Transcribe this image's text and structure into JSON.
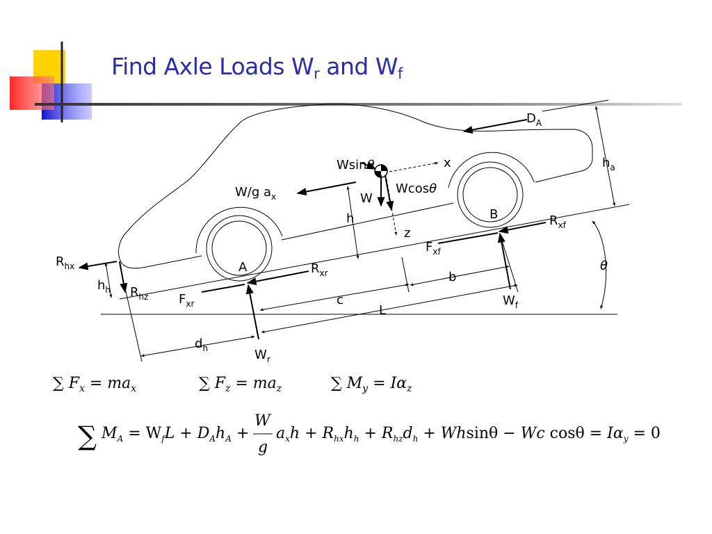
{
  "title": {
    "text": "Find Axle Loads W",
    "sub1": "r",
    "mid": " and W",
    "sub2": "f"
  },
  "labels": {
    "DA": "D",
    "DA_sub": "A",
    "ha": "h",
    "ha_sub": "a",
    "x": "x",
    "wsin": "Wsin",
    "wsin_theta": "θ",
    "wcos": "Wcos",
    "wcos_theta": "θ",
    "Wg": "W/g  a",
    "Wg_sub": "x",
    "W": "W",
    "h": "h",
    "B": "B",
    "Rxf": "R",
    "Rxf_sub": "xf",
    "z": "z",
    "Fxf": "F",
    "Fxf_sub": "xf",
    "Rhx": "R",
    "Rhx_sub": "hx",
    "A": "A",
    "Rxr": "R",
    "Rxr_sub": "xr",
    "theta": "θ",
    "hh": "h",
    "hh_sub": "h",
    "Rhz": "R",
    "Rhz_sub": "hz",
    "Fxr": "F",
    "Fxr_sub": "xr",
    "c": "c",
    "b": "b",
    "Wf": "W",
    "Wf_sub": "f",
    "L": "L",
    "dh": "d",
    "dh_sub": "h",
    "Wr": "W",
    "Wr_sub": "r"
  },
  "equations": {
    "sum1": "∑ F",
    "sum1_sub": "x",
    "sum1_rhs": " = ma",
    "sum1_rhs_sub": "x",
    "sum2": "∑ F",
    "sum2_sub": "z",
    "sum2_rhs": " = ma",
    "sum2_rhs_sub": "z",
    "sum3": "∑ M",
    "sum3_sub": "y",
    "sum3_rhs": " = Iα",
    "sum3_rhs_sub": "z",
    "moment_sigma": "∑",
    "moment_lhs": "M",
    "moment_lhs_sub": "A",
    "t1": " = W",
    "t1_sub": "f",
    "t2": "L + D",
    "t2_sub": "A",
    "t3": "h",
    "t3_sub": "A",
    "t4": " + ",
    "frac_num": "W",
    "frac_den": "g",
    "t5": "a",
    "t5_sub": "x",
    "t6": "h + R",
    "t6_sub": "hx",
    "t7": "h",
    "t7_sub": "h",
    "t8": " + R",
    "t8_sub": "hz",
    "t9": "d",
    "t9_sub": "h",
    "t10": " + Wh",
    "t11": "sinθ − ",
    "t12": "Wc",
    "t13": " cosθ = ",
    "t14": "Iα",
    "t14_sub": "y",
    "t15": " = 0"
  },
  "colors": {
    "title": "#2b2bb3",
    "accent_yellow": "#ffd200",
    "accent_red": "#ff3030",
    "accent_blue": "#1e1ed2"
  }
}
